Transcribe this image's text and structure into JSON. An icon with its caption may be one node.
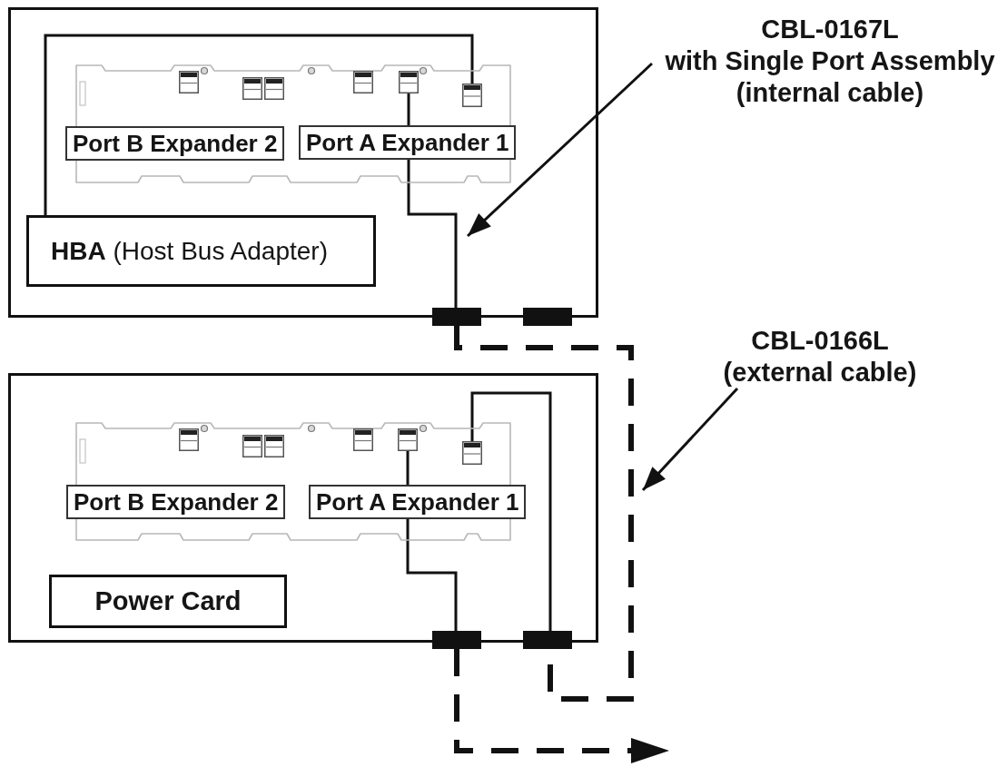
{
  "diagram": {
    "nodes": [
      {
        "text": [],
        "shape": "box"
      },
      {
        "text": [],
        "shape": "picture",
        "in": 0
      },
      {
        "text": [],
        "shape": "picture",
        "in": 1
      },
      {
        "text": [],
        "shape": "picture",
        "in": 1
      },
      {
        "text": [
          "Port B Expander 2"
        ],
        "in": 1
      },
      {
        "text": [
          "Port A Expander 1"
        ],
        "in": 1
      },
      {
        "text": [
          "**HBA** (Host Bus Adapter)"
        ],
        "in": 0
      },
      {
        "text": [],
        "shape": "bar"
      },
      {
        "text": [],
        "shape": "bar"
      },
      {
        "text": [],
        "shape": "box"
      },
      {
        "text": [],
        "shape": "picture",
        "in": 9
      },
      {
        "text": [],
        "shape": "picture",
        "in": 10
      },
      {
        "text": [],
        "shape": "picture",
        "in": 10
      },
      {
        "text": [
          "Port B Expander 2"
        ],
        "in": 10
      },
      {
        "text": [
          "Port A Expander 1"
        ],
        "in": 9
      },
      {
        "text": [
          "Power Card"
        ],
        "in": 9
      },
      {
        "text": [],
        "shape": "bar"
      },
      {
        "text": [],
        "shape": "bar"
      },
      {
        "text": [
          "CBL-0167L",
          "with Single Port Assembly (internal cable)"
        ]
      },
      {
        "text": [
          "CBL-0166L",
          "(external cable)"
        ]
      }
    ],
    "edges": [
      {
        "from": 6,
        "to": 3,
        "arrow": "none"
      },
      {
        "from": 2,
        "to": 5,
        "arrow": "none"
      },
      {
        "from": 5,
        "to": 7,
        "arrow": "none"
      },
      {
        "from": 11,
        "to": 14,
        "arrow": "none"
      },
      {
        "from": 14,
        "to": 16,
        "arrow": "none"
      },
      {
        "from": 12,
        "to": 17,
        "arrow": "none"
      },
      {
        "from": 7,
        "to": 17,
        "arrow": "none",
        "style": "dashed"
      },
      {
        "from": 16,
        "to": null,
        "arrow": "to",
        "style": "dashed"
      },
      {
        "from": 18,
        "to": null,
        "arrow": "to"
      },
      {
        "from": 19,
        "to": null,
        "arrow": "to"
      }
    ]
  }
}
